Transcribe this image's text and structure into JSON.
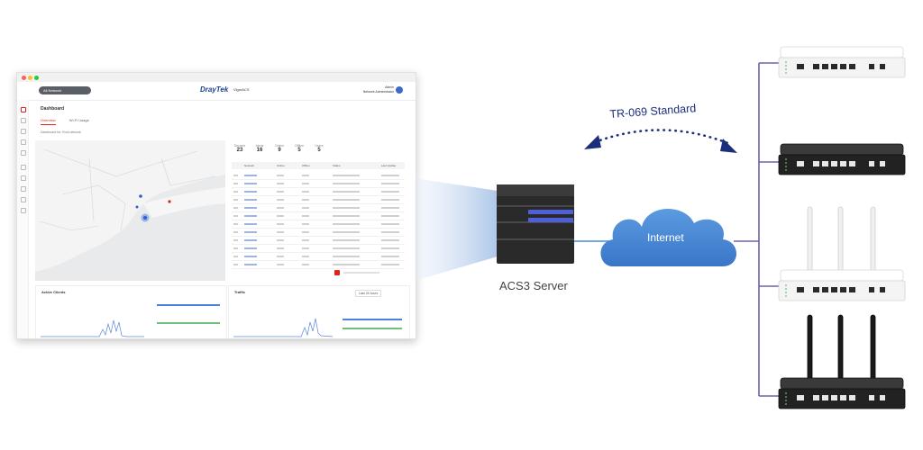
{
  "diagram": {
    "standard_label": "TR-069 Standard",
    "server_label": "ACS3 Server",
    "cloud_label": "Internet"
  },
  "dashboard": {
    "brand_logo": "DrayTek",
    "product_name": "VigorACS",
    "network_selector": "All Network",
    "page_title": "Dashboard",
    "tabs": [
      "Overview",
      "Wi-Fi Usage"
    ],
    "filter_text": "Dashboard for: Root network",
    "user_name": "Admin",
    "user_role": "Network Administrator",
    "kpis": [
      {
        "label": "Devices",
        "value": "23"
      },
      {
        "label": "Alerts",
        "value": "16"
      },
      {
        "label": "Online",
        "value": "9"
      },
      {
        "label": "Offline",
        "value": "5"
      },
      {
        "label": "Users",
        "value": "5"
      }
    ],
    "table_headers": [
      "Network",
      "Online",
      "Offline",
      "Status",
      "Last Update"
    ],
    "active_clients_title": "Active Clients",
    "traffic_title": "Traffic",
    "range_button": "Last 24 hours"
  },
  "colors": {
    "cloud": "#4a8ad8",
    "link": "#6a63a8",
    "server": "#2d2d2d",
    "server_led": "#4f5fd8",
    "accent": "#e2231a",
    "brand_blue": "#1c3f94"
  },
  "devices": [
    {
      "name": "router-white",
      "kind": "white",
      "antennas": 0
    },
    {
      "name": "router-black",
      "kind": "black",
      "antennas": 0
    },
    {
      "name": "router-white-antennas",
      "kind": "white",
      "antennas": 3
    },
    {
      "name": "router-black-antennas",
      "kind": "black",
      "antennas": 3
    }
  ]
}
